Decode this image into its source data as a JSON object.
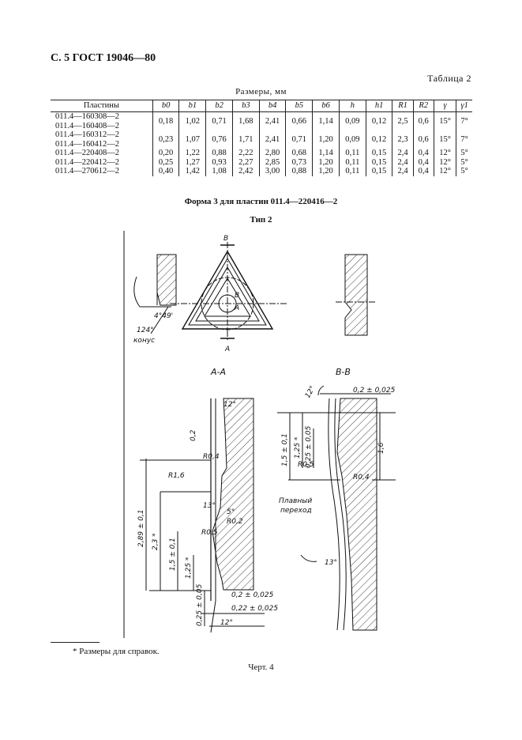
{
  "header": {
    "page_ref": "С. 5 ГОСТ 19046—80"
  },
  "table": {
    "label": "Таблица 2",
    "caption": "Размеры, мм",
    "columns": [
      "Пластины",
      "b0",
      "b1",
      "b2",
      "b3",
      "b4",
      "b5",
      "b6",
      "h",
      "h1",
      "R1",
      "R2",
      "γ",
      "γ1"
    ],
    "rows": [
      {
        "names": [
          "011.4—160308—2",
          "011.4—160408—2"
        ],
        "values": [
          "0,18",
          "1,02",
          "0,71",
          "1,68",
          "2,41",
          "0,66",
          "1,14",
          "0,09",
          "0,12",
          "2,5",
          "0,6",
          "15°",
          "7°"
        ]
      },
      {
        "names": [
          "011.4—160312—2",
          "011.4—160412—2"
        ],
        "values": [
          "0,23",
          "1,07",
          "0,76",
          "1,71",
          "2,41",
          "0,71",
          "1,20",
          "0,09",
          "0,12",
          "2,3",
          "0,6",
          "15°",
          "7°"
        ]
      },
      {
        "names": [
          "011.4—220408—2"
        ],
        "values": [
          "0,20",
          "1,22",
          "0,88",
          "2,22",
          "2,80",
          "0,68",
          "1,14",
          "0,11",
          "0,15",
          "2,4",
          "0,4",
          "12°",
          "5°"
        ]
      },
      {
        "names": [
          "011.4—220412—2"
        ],
        "values": [
          "0,25",
          "1,27",
          "0,93",
          "2,27",
          "2,85",
          "0,73",
          "1,20",
          "0,11",
          "0,15",
          "2,4",
          "0,4",
          "12°",
          "5°"
        ]
      },
      {
        "names": [
          "011.4—270612—2"
        ],
        "values": [
          "0,40",
          "1,42",
          "1,08",
          "2,42",
          "3,00",
          "0,88",
          "1,20",
          "0,11",
          "0,15",
          "2,4",
          "0,4",
          "12°",
          "5°"
        ]
      }
    ]
  },
  "form_title": "Форма 3 для пластин 011.4—220416—2",
  "type_title": "Тип 2",
  "drawing": {
    "section_aa": "A-A",
    "section_bb": "B-B",
    "labels": {
      "b_top": "B",
      "b_mid": "B",
      "a_mid": "A",
      "a_bottom": "A",
      "angle_449": "4°49'",
      "cone_angle": "124°",
      "cone_word": "конус",
      "aa_12_top": "12°",
      "aa_02": "0,2",
      "aa_r04": "R0,4",
      "aa_r16": "R1,6",
      "aa_13": "13°",
      "aa_5": "5°",
      "aa_r02": "R0,2",
      "aa_r05": "R0,5",
      "aa_289": "2,89 ± 0,1",
      "aa_23": "2,3 *",
      "aa_15": "1,5 ± 0,1",
      "aa_125": "1,25 *",
      "aa_025": "0,25 ± 0,05",
      "aa_02_025": "0,2 ± 0,025",
      "aa_022_025": "0,22 ± 0,025",
      "aa_12_bottom": "12°",
      "bb_12": "12°",
      "bb_02_025": "0,2 ± 0,025",
      "bb_15": "1,5 ± 0,1",
      "bb_125": "1,25 *",
      "bb_025": "0,25 ± 0,05",
      "bb_16": "1,6",
      "bb_r05": "R0,5",
      "bb_r04": "R0,4",
      "bb_smooth_1": "Плавный",
      "bb_smooth_2": "переход",
      "bb_13": "13°"
    }
  },
  "footnote": "* Размеры для справок.",
  "figure_caption": "Черт. 4"
}
